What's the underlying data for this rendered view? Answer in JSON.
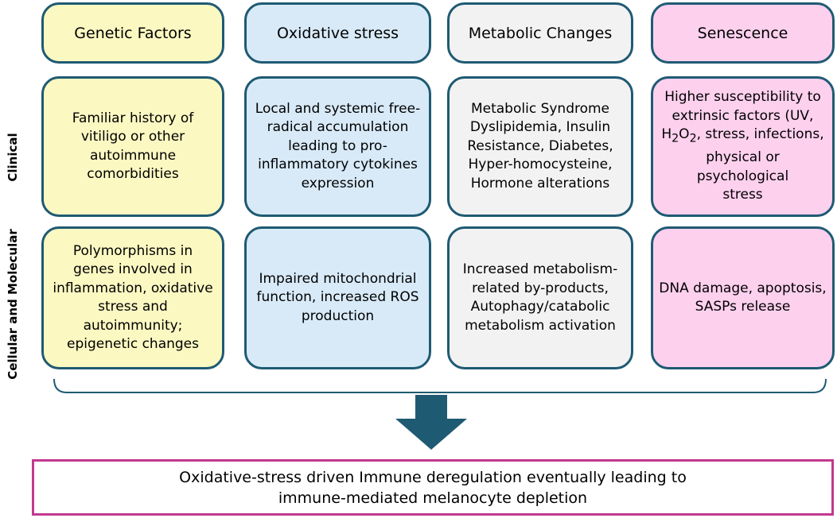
{
  "side_labels": {
    "clinical": "Clinical",
    "cellular": "Cellular and Molecular"
  },
  "columns": [
    {
      "header": "Genetic Factors",
      "clinical": [
        "Familiar history of",
        "vitiligo or other",
        "autoimmune",
        "comorbidities"
      ],
      "cellular": [
        "Polymorphisms in",
        "genes involved in",
        "inflammation, oxidative",
        "stress and autoimmunity;",
        "epigenetic changes"
      ]
    },
    {
      "header": "Oxidative stress",
      "clinical": [
        "Local and systemic free-",
        "radical accumulation",
        "leading to pro-",
        "inflammatory cytokines",
        "expression"
      ],
      "cellular": [
        "Impaired mitochondrial",
        "function, increased ROS",
        "production"
      ]
    },
    {
      "header": "Metabolic Changes",
      "clinical": [
        "Metabolic Syndrome",
        "Dyslipidemia, Insulin",
        "Resistance, Diabetes,",
        "Hyper-homocysteine,",
        "Hormone alterations"
      ],
      "cellular": [
        "Increased metabolism-",
        "related by-products,",
        "Autophagy/catabolic",
        "metabolism activation"
      ]
    },
    {
      "header": "Senescence",
      "clinical": {
        "line1": "Higher susceptibility to",
        "line2": "extrinsic factors (UV,",
        "line3_h": "H",
        "line3_sub2a": "2",
        "line3_o": "O",
        "line3_sub2b": "2",
        "line3_rest": ", stress, infections,",
        "line4": "physical or psychological",
        "line5": "stress"
      },
      "cellular": [
        "DNA damage, apoptosis,",
        "SASPs release"
      ]
    }
  ],
  "outcome": {
    "line1": "Oxidative-stress driven Immune deregulation eventually leading to",
    "line2": "immune-mediated melanocyte depletion"
  },
  "colors": {
    "border": "#1f5a73",
    "arrow": "#1f5a73",
    "outcome_border": "#c2398f",
    "yellow": "#fbf8c2",
    "blue": "#d8eaf8",
    "gray": "#f2f2f2",
    "pink": "#fdd0ee"
  }
}
